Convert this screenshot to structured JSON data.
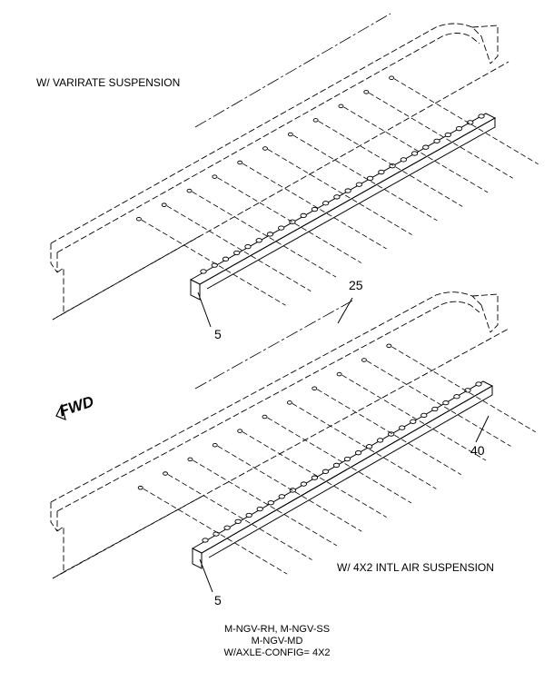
{
  "captions": {
    "top": "W/ VARIRATE SUSPENSION",
    "bottom": "W/ 4X2 INTL AIR SUSPENSION"
  },
  "callouts": {
    "top_bracket": "5",
    "centerline": "25",
    "bottom_bracket": "5",
    "bolts": "40"
  },
  "direction_label": "FWD",
  "config_lines": [
    "M-NGV-RH, M-NGV-SS",
    "M-NGV-MD",
    "W/AXLE-CONFIG= 4X2"
  ],
  "assemblies": [
    {
      "name": "varirate-suspension",
      "bolt_count": 11
    },
    {
      "name": "4x2-intl-air-suspension",
      "bolt_count": 11
    }
  ]
}
